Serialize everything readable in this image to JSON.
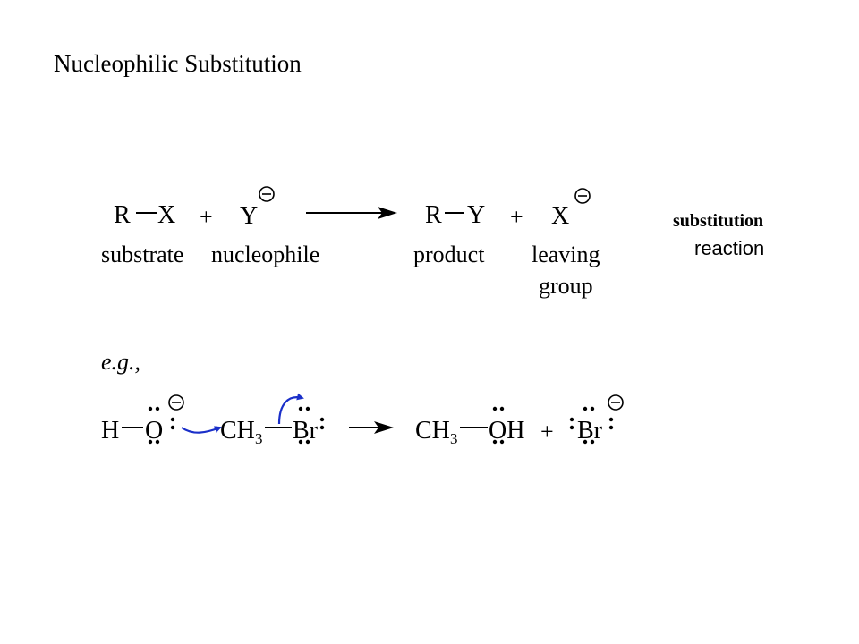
{
  "title": "Nucleophilic Substitution",
  "side_label": {
    "bold": "substitution",
    "normal": "reaction"
  },
  "general_reaction": {
    "substrate_formula": {
      "r": "R",
      "x": "X"
    },
    "plus_1": "+",
    "nucleophile": "Y",
    "product_formula": {
      "r": "R",
      "y": "Y"
    },
    "plus_2": "+",
    "leaving": "X",
    "labels": {
      "substrate": "substrate",
      "nucleophile": "nucleophile",
      "product": "product",
      "leaving_line1": "leaving",
      "leaving_line2": "group"
    }
  },
  "example": {
    "eg": "e.g.,",
    "hydroxide": {
      "h": "H",
      "o": "O"
    },
    "methyl_bromide": {
      "ch": "CH",
      "sub": "3",
      "br": "Br"
    },
    "methanol": {
      "ch": "CH",
      "sub": "3",
      "oh": "OH"
    },
    "plus": "+",
    "bromide": "Br",
    "arrow_color": "#1a2fc9"
  }
}
